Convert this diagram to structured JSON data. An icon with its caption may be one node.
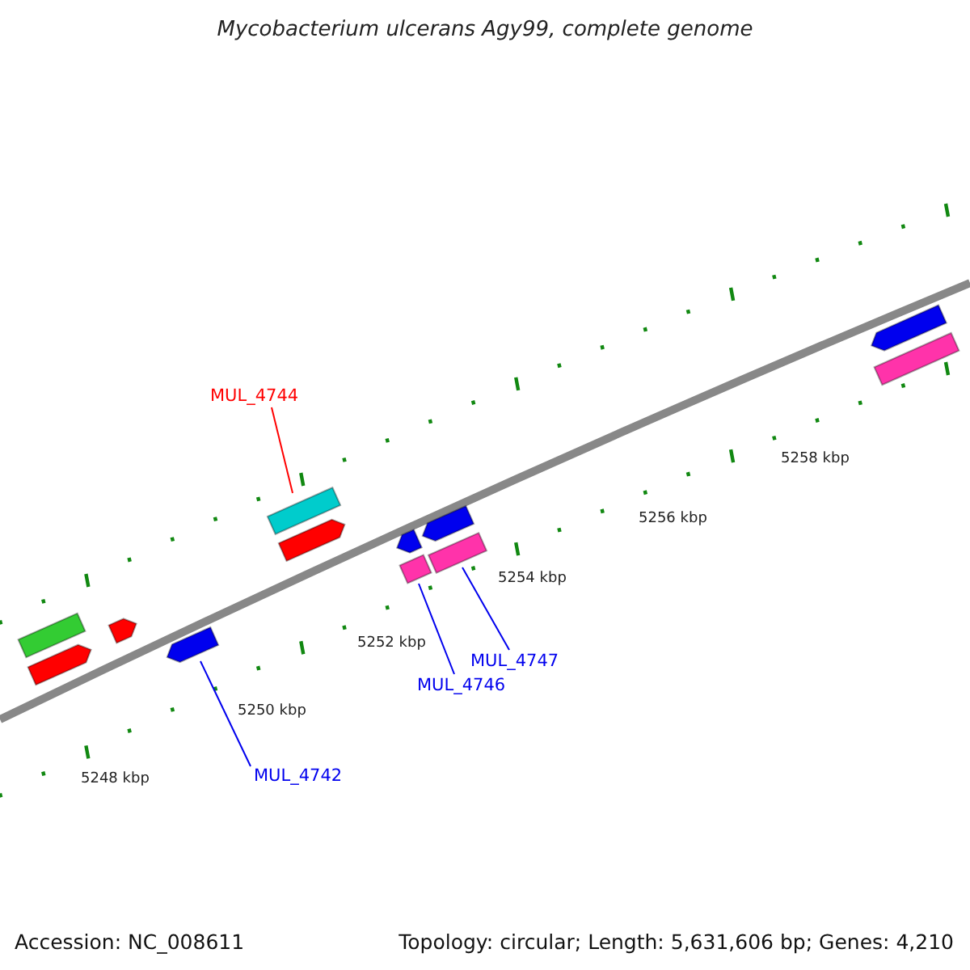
{
  "diagram": {
    "title": "Mycobacterium ulcerans Agy99, complete genome",
    "nodes": [
      {
        "text": [
          "MUL_4744"
        ]
      },
      {
        "text": [
          "MUL_4742"
        ]
      },
      {
        "text": [
          "MUL_4746"
        ]
      },
      {
        "text": [
          "MUL_4747"
        ]
      },
      {
        "text": [],
        "shape": "bar"
      },
      {
        "text": [],
        "shape": "bar"
      },
      {
        "text": [],
        "shape": "bar"
      },
      {
        "text": [],
        "shape": "bar"
      },
      {
        "text": [],
        "shape": "bar"
      },
      {
        "text": [],
        "shape": "bar"
      },
      {
        "text": [],
        "shape": "bar"
      },
      {
        "text": [],
        "shape": "bar"
      },
      {
        "text": [],
        "shape": "bar"
      },
      {
        "text": [],
        "shape": "bar"
      },
      {
        "text": [],
        "shape": "bar"
      },
      {
        "text": [],
        "shape": "bar"
      }
    ],
    "edges": [
      {
        "from": 0,
        "to": 8,
        "arrow": "none",
        "color": "#ff0000"
      },
      {
        "from": 1,
        "to": 7,
        "arrow": "none"
      },
      {
        "from": 2,
        "to": 12,
        "arrow": "none"
      },
      {
        "from": 3,
        "to": 13,
        "arrow": "none"
      }
    ],
    "labels": [
      "5248 kbp",
      "5250 kbp",
      "5252 kbp",
      "5254 kbp",
      "5256 kbp",
      "5258 kbp",
      "Accession: NC_008611",
      "Topology: circular; Length: 5,631,606 bp; Genes: 4,210"
    ]
  }
}
